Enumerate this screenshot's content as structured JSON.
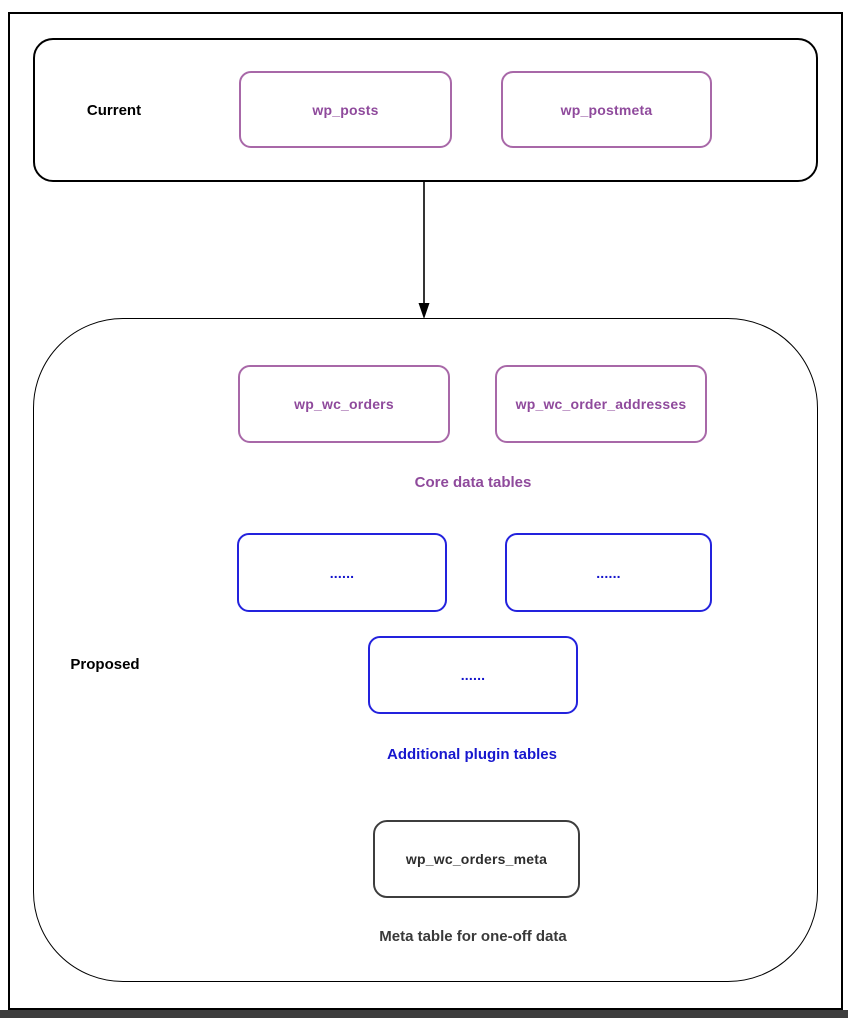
{
  "diagram": {
    "title_semantic": "WooCommerce order storage tables migration diagram",
    "current": {
      "label": "Current",
      "nodes": [
        {
          "label": "wp_posts"
        },
        {
          "label": "wp_postmeta"
        }
      ]
    },
    "arrow": {
      "direction": "down",
      "from": "Current",
      "to": "Proposed"
    },
    "proposed": {
      "label": "Proposed",
      "core_nodes": [
        {
          "label": "wp_wc_orders"
        },
        {
          "label": "wp_wc_order_addresses"
        }
      ],
      "core_caption": "Core data tables",
      "plugin_nodes": [
        {
          "label": "......"
        },
        {
          "label": "......"
        },
        {
          "label": "......"
        }
      ],
      "plugin_caption": "Additional plugin tables",
      "meta_node": {
        "label": "wp_wc_orders_meta"
      },
      "meta_caption": "Meta table for one-off data"
    },
    "colors": {
      "purple_border": "#a868a8",
      "purple_text": "#8f4a9c",
      "blue_border": "#2322dd",
      "blue_text": "#1414cc",
      "meta_border": "#3d3d3d",
      "meta_text": "#2e2e2e",
      "frame_border": "#000000",
      "bottom_bar": "#3e3e3e"
    }
  }
}
